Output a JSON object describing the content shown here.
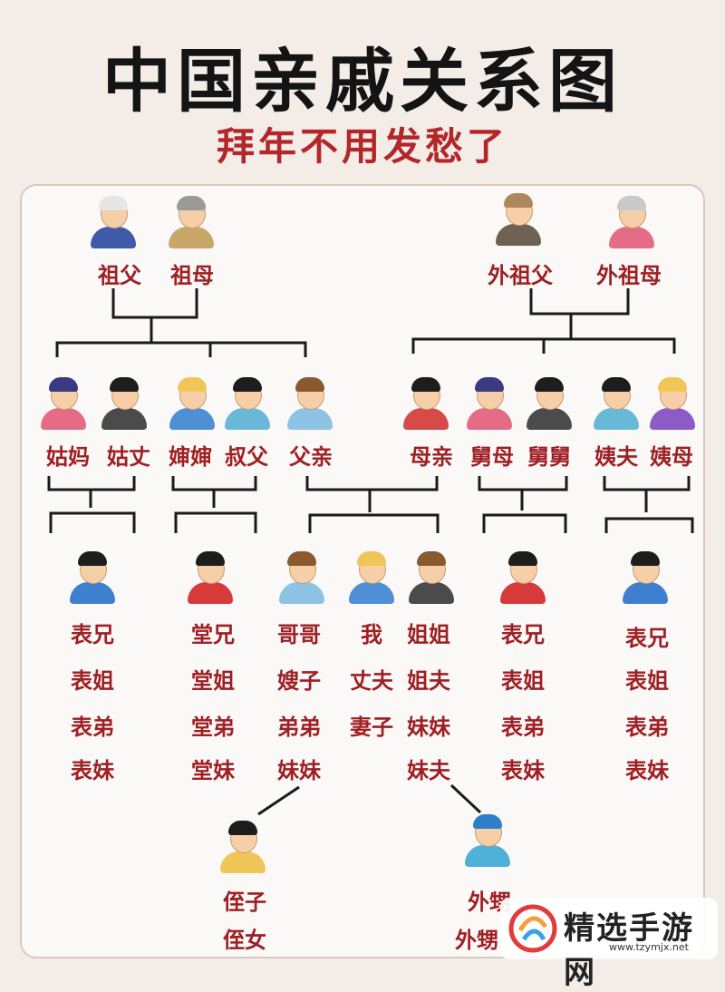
{
  "title": "中国亲戚关系图",
  "subtitle": "拜年不用发愁了",
  "grandparents": {
    "paternal_grandfather": "祖父",
    "paternal_grandmother": "祖母",
    "maternal_grandfather": "外祖父",
    "maternal_grandmother": "外祖母"
  },
  "parents_gen": {
    "gu_ma": "姑妈",
    "gu_zhang": "姑丈",
    "shen_shen": "婶婶",
    "shu_fu": "叔父",
    "father": "父亲",
    "mother": "母亲",
    "jiu_mu": "舅母",
    "jiu_jiu": "舅舅",
    "yi_fu": "姨夫",
    "yi_mu": "姨母"
  },
  "children_gen": {
    "gu_children": [
      "表兄",
      "表姐",
      "表弟",
      "表妹"
    ],
    "shu_children": [
      "堂兄",
      "堂姐",
      "堂弟",
      "堂妹"
    ],
    "siblings_left": [
      "哥哥",
      "嫂子",
      "弟弟",
      "妹妹"
    ],
    "self": [
      "我",
      "丈夫",
      "妻子"
    ],
    "siblings_right": [
      "姐姐",
      "姐夫",
      "妹妹",
      "妹夫"
    ],
    "jiu_children": [
      "表兄",
      "表姐",
      "表弟",
      "表妹"
    ],
    "yi_children": [
      "表兄",
      "表姐",
      "表弟",
      "表妹"
    ]
  },
  "grandchildren": {
    "nephew_brother_side": [
      "侄子",
      "侄女"
    ],
    "nephew_sister_side": [
      "外甥",
      "外甥"
    ]
  },
  "brand": {
    "name": "精选手游网",
    "url": "www.tzymjx.net"
  },
  "colors": {
    "label": "#9e1f24",
    "subtitle": "#b3262a",
    "lines": "#1a1a1a"
  }
}
